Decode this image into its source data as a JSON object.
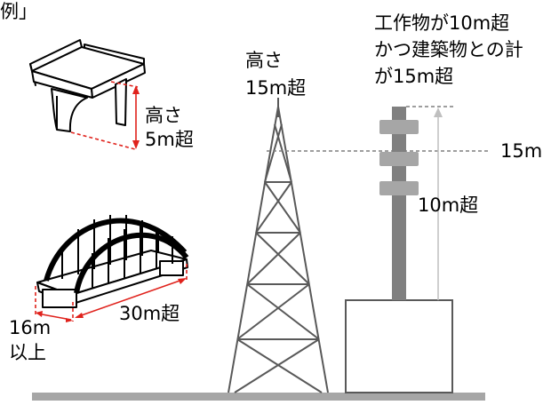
{
  "corner_text": "例」",
  "labels": {
    "bridge_height": [
      "高さ",
      "5m超"
    ],
    "tower_height": [
      "高さ",
      "15m超"
    ],
    "pole_condition": [
      "工作物が10m超",
      "かつ建築物との計",
      "が15m超"
    ],
    "level_15m": "15m",
    "pole_10m": "10m超",
    "arch_width": [
      "16m",
      "以上"
    ],
    "arch_length": "30m超"
  },
  "colors": {
    "line": "#000000",
    "dimension_red": "#e0221c",
    "ground": "#a6a6a6",
    "pole": "#808080",
    "crossarm": "#a6a6a6",
    "building_stroke": "#595959",
    "dashed_guide": "#7f7f7f",
    "arrow_gray": "#bfbfbf"
  }
}
